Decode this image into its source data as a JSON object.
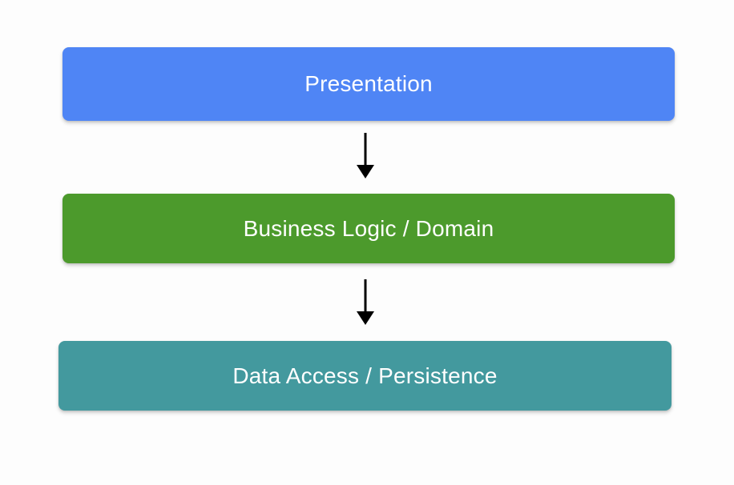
{
  "diagram": {
    "type": "layered-architecture-flow",
    "orientation": "vertical-top-down",
    "background_color": "#fdfdfd",
    "layers": [
      {
        "id": "presentation",
        "label": "Presentation",
        "color": "#4f85f5",
        "text_color": "#ffffff",
        "order": 1
      },
      {
        "id": "business",
        "label": "Business Logic / Domain",
        "color": "#4c9a2c",
        "text_color": "#ffffff",
        "order": 2
      },
      {
        "id": "data",
        "label": "Data Access / Persistence",
        "color": "#43999e",
        "text_color": "#ffffff",
        "order": 3
      }
    ],
    "connectors": [
      {
        "id": "arrow-presentation-to-business",
        "from": "presentation",
        "to": "business",
        "direction": "down",
        "color": "#000000",
        "icon": "arrow-down-icon"
      },
      {
        "id": "arrow-business-to-data",
        "from": "business",
        "to": "data",
        "direction": "down",
        "color": "#000000",
        "icon": "arrow-down-icon"
      }
    ]
  }
}
